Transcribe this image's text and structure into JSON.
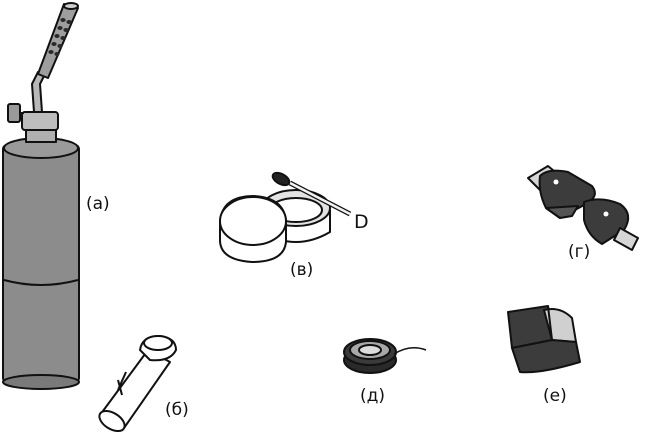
{
  "labels": {
    "torch": "(а)",
    "tube": "(б)",
    "flux_tin": "(в)",
    "brush_marker": "D",
    "clips": "(г)",
    "solder_spool": "(д)",
    "tape": "(е)"
  },
  "colors": {
    "outline": "#111111",
    "cylinder": "#8c8c8c",
    "dark": "#3c3c3c",
    "metal": "#a8a8a8",
    "light": "#dcdcdc"
  }
}
